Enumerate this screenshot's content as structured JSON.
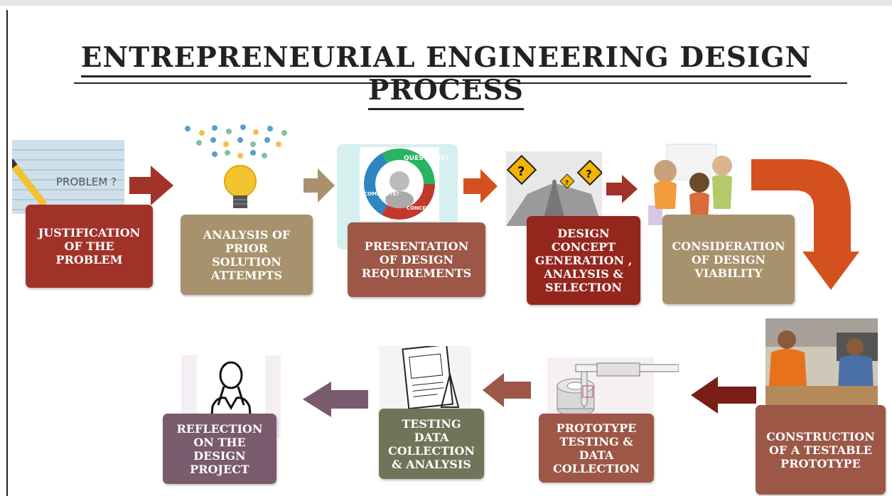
{
  "title": "ENTREPRENEURIAL ENGINEERING DESIGN PROCESS",
  "steps": [
    {
      "label": "JUSTIFICATION\nOF THE\nPROBLEM",
      "color": "#a03229"
    },
    {
      "label": "ANALYSIS OF\nPRIOR\nSOLUTION\nATTEMPTS",
      "color": "#a8926d"
    },
    {
      "label": "PRESENTATION\nOF DESIGN\nREQUIREMENTS",
      "color": "#9c5747"
    },
    {
      "label": "DESIGN\nCONCEPT\nGENERATION ,\nANALYSIS &\nSELECTION",
      "color": "#94261e"
    },
    {
      "label": "CONSIDERATION\nOF DESIGN\nVIABILITY",
      "color": "#a8926d"
    },
    {
      "label": "CONSTRUCTION\nOF A TESTABLE\nPROTOTYPE",
      "color": "#9c5747"
    },
    {
      "label": "PROTOTYPE\nTESTING &\nDATA\nCOLLECTION",
      "color": "#9c5747"
    },
    {
      "label": "TESTING\nDATA\nCOLLECTION\n& ANALYSIS",
      "color": "#6f7558"
    },
    {
      "label": "REFLECTION\nON THE\nDESIGN\nPROJECT",
      "color": "#7a5a6d"
    }
  ],
  "images": {
    "problem_note": "PROBLEM ?",
    "questions_graphic": [
      "QUESTIONS?",
      "COMMENTS?",
      "CONCERNS?"
    ]
  },
  "colors": {
    "arrow_dark_red": "#a03229",
    "arrow_tan": "#a8926d",
    "arrow_orange": "#d4511f",
    "arrow_maroon": "#7a1d14",
    "arrow_brown": "#9c5747",
    "arrow_purple": "#7a5a6d"
  }
}
